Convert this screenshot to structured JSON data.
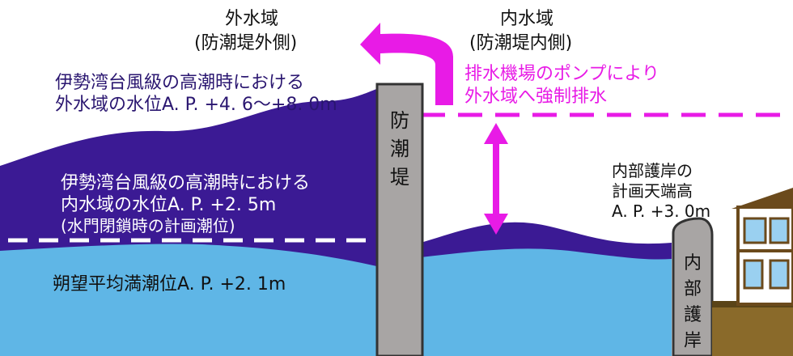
{
  "labels": {
    "outer_area_title": "外水域",
    "outer_area_sub": "(防潮堤外側)",
    "inner_area_title": "内水域",
    "inner_area_sub": "(防潮堤内側)",
    "outer_level_line1": "伊勢湾台風級の高潮時における",
    "outer_level_line2": "外水域の水位A. P. +4. 6～+8. 0m",
    "pump_line1": "排水機場のポンプにより",
    "pump_line2": "外水域へ強制排水",
    "inner_level_line1": "伊勢湾台風級の高潮時における",
    "inner_level_line2": "内水域の水位A. P. +2. 5m",
    "inner_level_line3": "(水門閉鎖時の計画潮位)",
    "mean_tide": "朔望平均満潮位A. P. +2. 1m",
    "seawall": "防潮堤",
    "revetment_crown_line1": "内部護岸の",
    "revetment_crown_line2": "計画天端高",
    "revetment_crown_line3": "A. P. +3. 0m",
    "revetment": "内部護岸"
  },
  "colors": {
    "storm_water": "#3b1a94",
    "normal_water": "#5fb6e6",
    "seawall": "#a8a5a4",
    "pump_arrow": "#e81be6",
    "dashed_line": "#e81be6",
    "label_text": "#111111"
  }
}
